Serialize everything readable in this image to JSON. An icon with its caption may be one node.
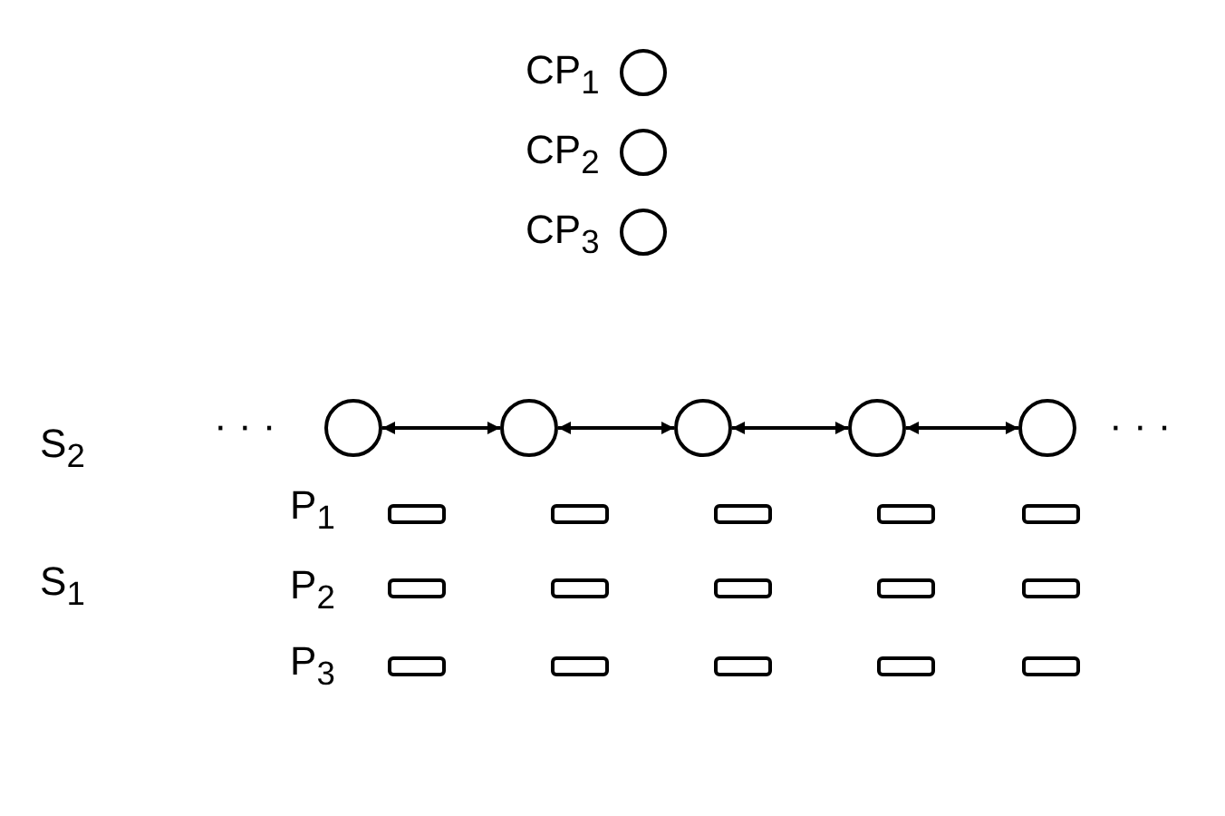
{
  "diagram": {
    "nodes": [
      {
        "text": [],
        "shape": "circle",
        "beside": [
          "CP$_{1}$"
        ]
      },
      {
        "text": [],
        "shape": "circle",
        "beside": [
          "CP$_{2}$"
        ]
      },
      {
        "text": [],
        "shape": "circle",
        "beside": [
          "CP$_{3}$"
        ]
      },
      {
        "text": [],
        "shape": "circle"
      },
      {
        "text": [],
        "shape": "circle"
      },
      {
        "text": [],
        "shape": "circle"
      },
      {
        "text": [],
        "shape": "circle"
      },
      {
        "text": [],
        "shape": "circle"
      },
      {
        "text": [],
        "shape": "bar"
      },
      {
        "text": [],
        "shape": "bar"
      },
      {
        "text": [],
        "shape": "bar"
      },
      {
        "text": [],
        "shape": "bar"
      },
      {
        "text": [],
        "shape": "bar"
      },
      {
        "text": [],
        "shape": "bar"
      },
      {
        "text": [],
        "shape": "bar"
      },
      {
        "text": [],
        "shape": "bar"
      },
      {
        "text": [],
        "shape": "bar"
      },
      {
        "text": [],
        "shape": "bar"
      },
      {
        "text": [],
        "shape": "bar"
      },
      {
        "text": [],
        "shape": "bar"
      },
      {
        "text": [],
        "shape": "bar"
      },
      {
        "text": [],
        "shape": "bar"
      },
      {
        "text": [],
        "shape": "bar"
      }
    ],
    "edges": [
      {
        "from": 3,
        "to": 4,
        "arrow": "both"
      },
      {
        "from": 4,
        "to": 5,
        "arrow": "both"
      },
      {
        "from": 5,
        "to": 6,
        "arrow": "both"
      },
      {
        "from": 6,
        "to": 7,
        "arrow": "both"
      }
    ],
    "labels": [
      "S$_{2}$",
      "· · ·",
      "· · ·",
      "P$_{1}$",
      "S$_{1}$",
      "P$_{2}$",
      "P$_{3}$"
    ]
  }
}
